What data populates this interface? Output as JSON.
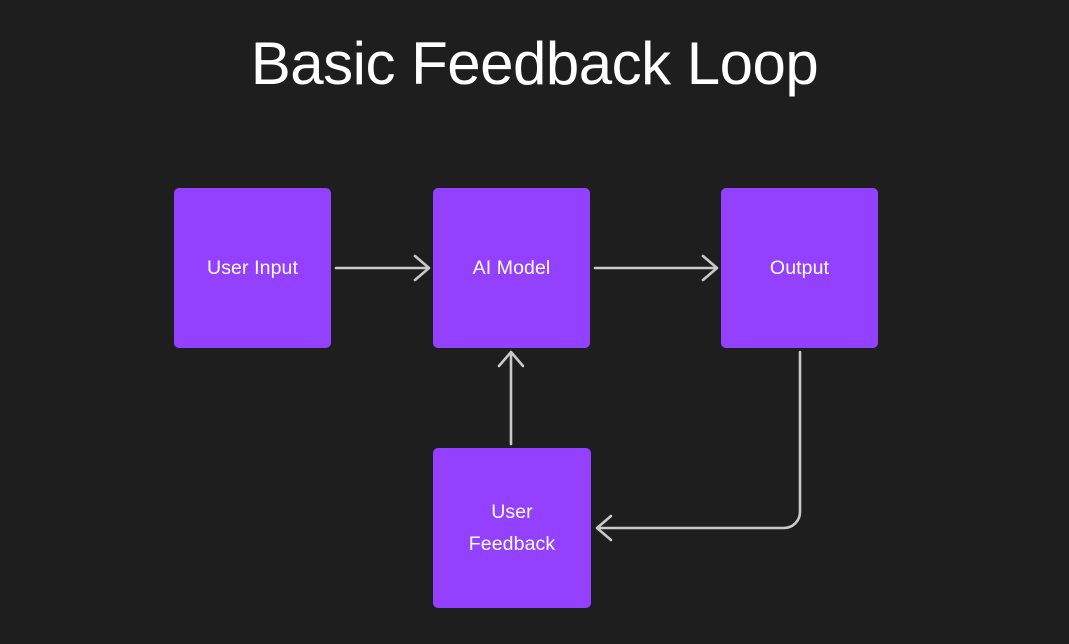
{
  "title": "Basic Feedback Loop",
  "theme": {
    "background": "#1e1e1e",
    "node_fill": "#9340ff",
    "node_text": "#ffffff",
    "connector": "#c9c9c9",
    "title_color": "#ffffff"
  },
  "nodes": [
    {
      "id": "user-input",
      "label": "User Input"
    },
    {
      "id": "ai-model",
      "label": "AI Model"
    },
    {
      "id": "output",
      "label": "Output"
    },
    {
      "id": "user-feedback",
      "label": "User\nFeedback"
    }
  ],
  "connectors": [
    {
      "id": "user-input-to-ai-model",
      "from": "user-input",
      "to": "ai-model",
      "direction": "right"
    },
    {
      "id": "ai-model-to-output",
      "from": "ai-model",
      "to": "output",
      "direction": "right"
    },
    {
      "id": "output-to-user-feedback",
      "from": "output",
      "to": "user-feedback",
      "direction": "left"
    },
    {
      "id": "user-feedback-to-ai-model",
      "from": "user-feedback",
      "to": "ai-model",
      "direction": "up"
    }
  ]
}
